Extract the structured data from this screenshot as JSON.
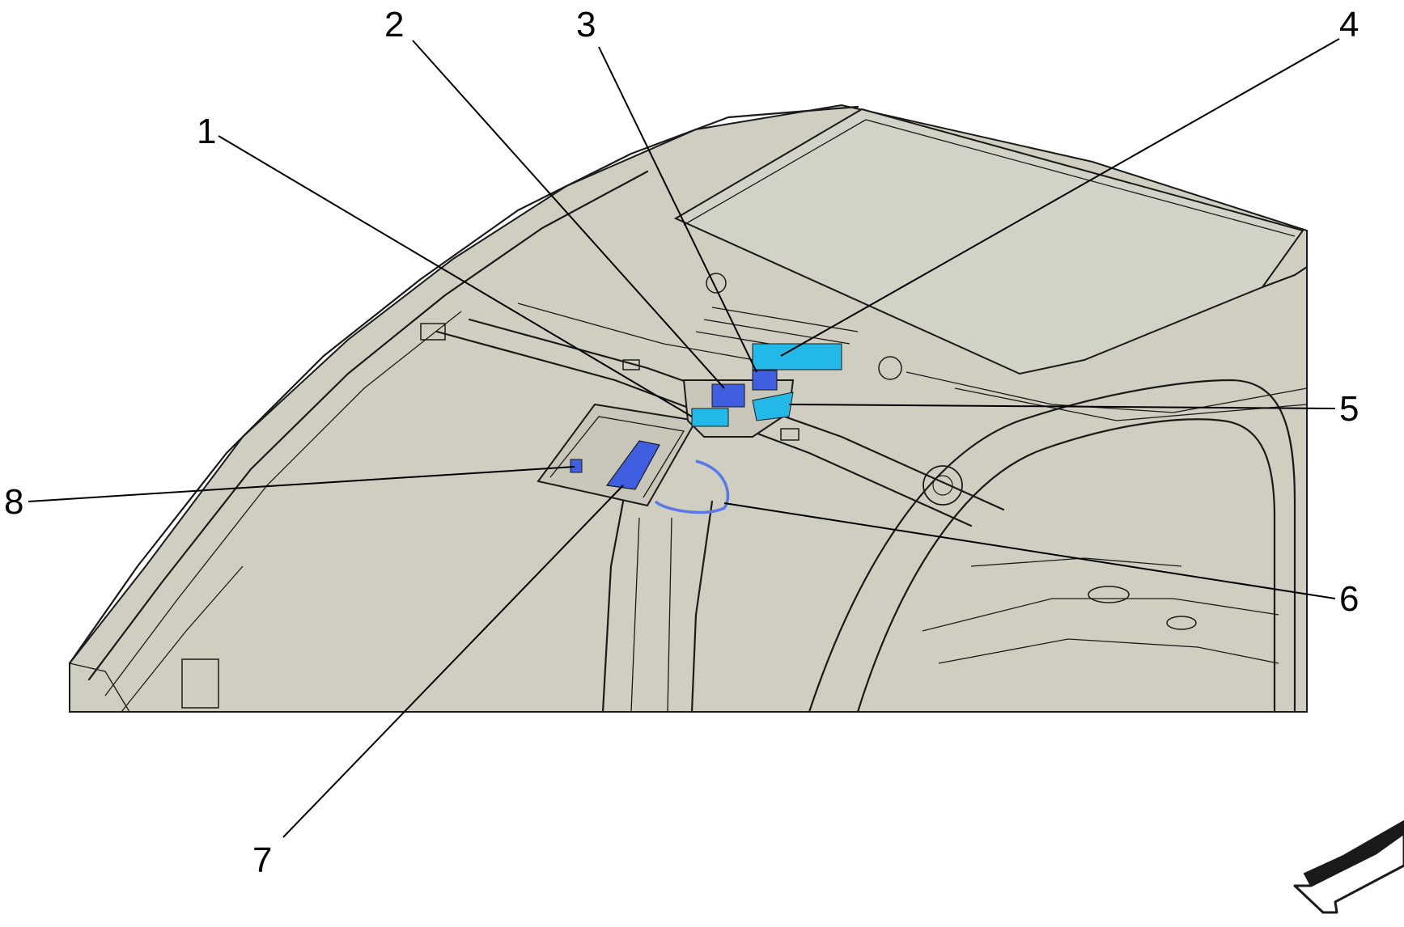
{
  "callouts": [
    {
      "id": "1",
      "label": "1"
    },
    {
      "id": "2",
      "label": "2"
    },
    {
      "id": "3",
      "label": "3"
    },
    {
      "id": "4",
      "label": "4"
    },
    {
      "id": "5",
      "label": "5"
    },
    {
      "id": "6",
      "label": "6"
    },
    {
      "id": "7",
      "label": "7"
    },
    {
      "id": "8",
      "label": "8"
    }
  ],
  "colors": {
    "background": "#ffffff",
    "body_fill": "#cfcec0",
    "outline": "#1a1a1a",
    "highlight_dark_blue": "#3f5fe0",
    "highlight_cyan": "#22b8e8",
    "highlight_wire": "#5a78e8"
  },
  "icons": {
    "view_direction": "forward-arrow-icon"
  }
}
